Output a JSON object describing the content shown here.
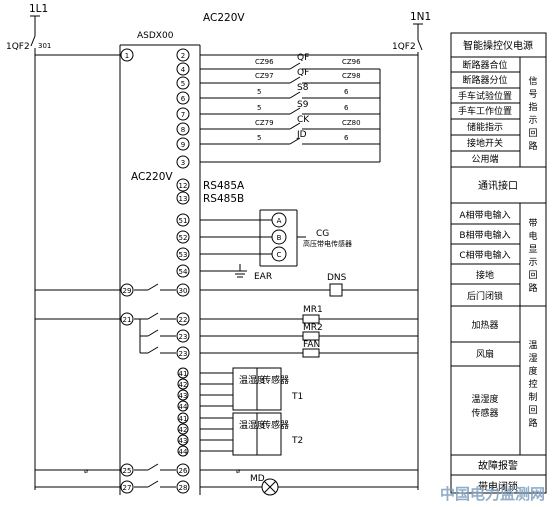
{
  "labels": {
    "left_breaker": "1L1",
    "right_breaker": "1N1",
    "left_fuse": "1QF2",
    "right_fuse": "1QF2",
    "wire_301": "301",
    "device": "ASDX00",
    "power_top": "AC220V",
    "power_side": "AC220V",
    "rs485a": "RS485A",
    "rs485b": "RS485B",
    "cg": "CG",
    "cg_desc": "高压带电传感器",
    "ear": "EAR",
    "dns": "DNS",
    "mr1": "MR1",
    "mr2": "MR2",
    "fan": "FAN",
    "t1": "T1",
    "t2": "T2",
    "md": "MD",
    "sensor_a": "温湿度",
    "sensor_b": "传感器",
    "phase_a": "A",
    "phase_b": "B",
    "phase_c": "C",
    "watermark": "中国电力监测网"
  },
  "terminals_left": [
    "1",
    "29",
    "21",
    "25",
    "27"
  ],
  "terminals_right": [
    "2",
    "4",
    "5",
    "6",
    "7",
    "8",
    "9",
    "3",
    "12",
    "13",
    "51",
    "52",
    "53",
    "54",
    "30",
    "22",
    "23",
    "23",
    "41",
    "42",
    "43",
    "44",
    "41",
    "42",
    "43",
    "44",
    "26",
    "28"
  ],
  "contacts": [
    {
      "name": "QF",
      "l": "CZ96",
      "r": "CZ96"
    },
    {
      "name": "QF",
      "l": "CZ97",
      "r": "CZ98"
    },
    {
      "name": "S8",
      "l": "5",
      "r": "6"
    },
    {
      "name": "S9",
      "l": "5",
      "r": "6"
    },
    {
      "name": "CK",
      "l": "CZ79",
      "r": "CZ80"
    },
    {
      "name": "JD",
      "l": "5",
      "r": "6"
    }
  ],
  "table": {
    "title": "智能操控仪电源",
    "signal_rows": [
      "断路器合位",
      "断路器分位",
      "手车试验位置",
      "手车工作位置",
      "储能指示",
      "接地开关",
      "公用端"
    ],
    "signal_group": "信号指示回路",
    "comm": "通讯接口",
    "live_rows": [
      "A相带电输入",
      "B相带电输入",
      "C相带电输入",
      "接地",
      "后门闭锁"
    ],
    "live_group": "带电显示回路",
    "env_rows": [
      "加热器",
      "风扇",
      "温湿度传感器"
    ],
    "env_group": "温湿度控制回路",
    "fault": "故障报警",
    "bottom": "带电闭锁"
  }
}
